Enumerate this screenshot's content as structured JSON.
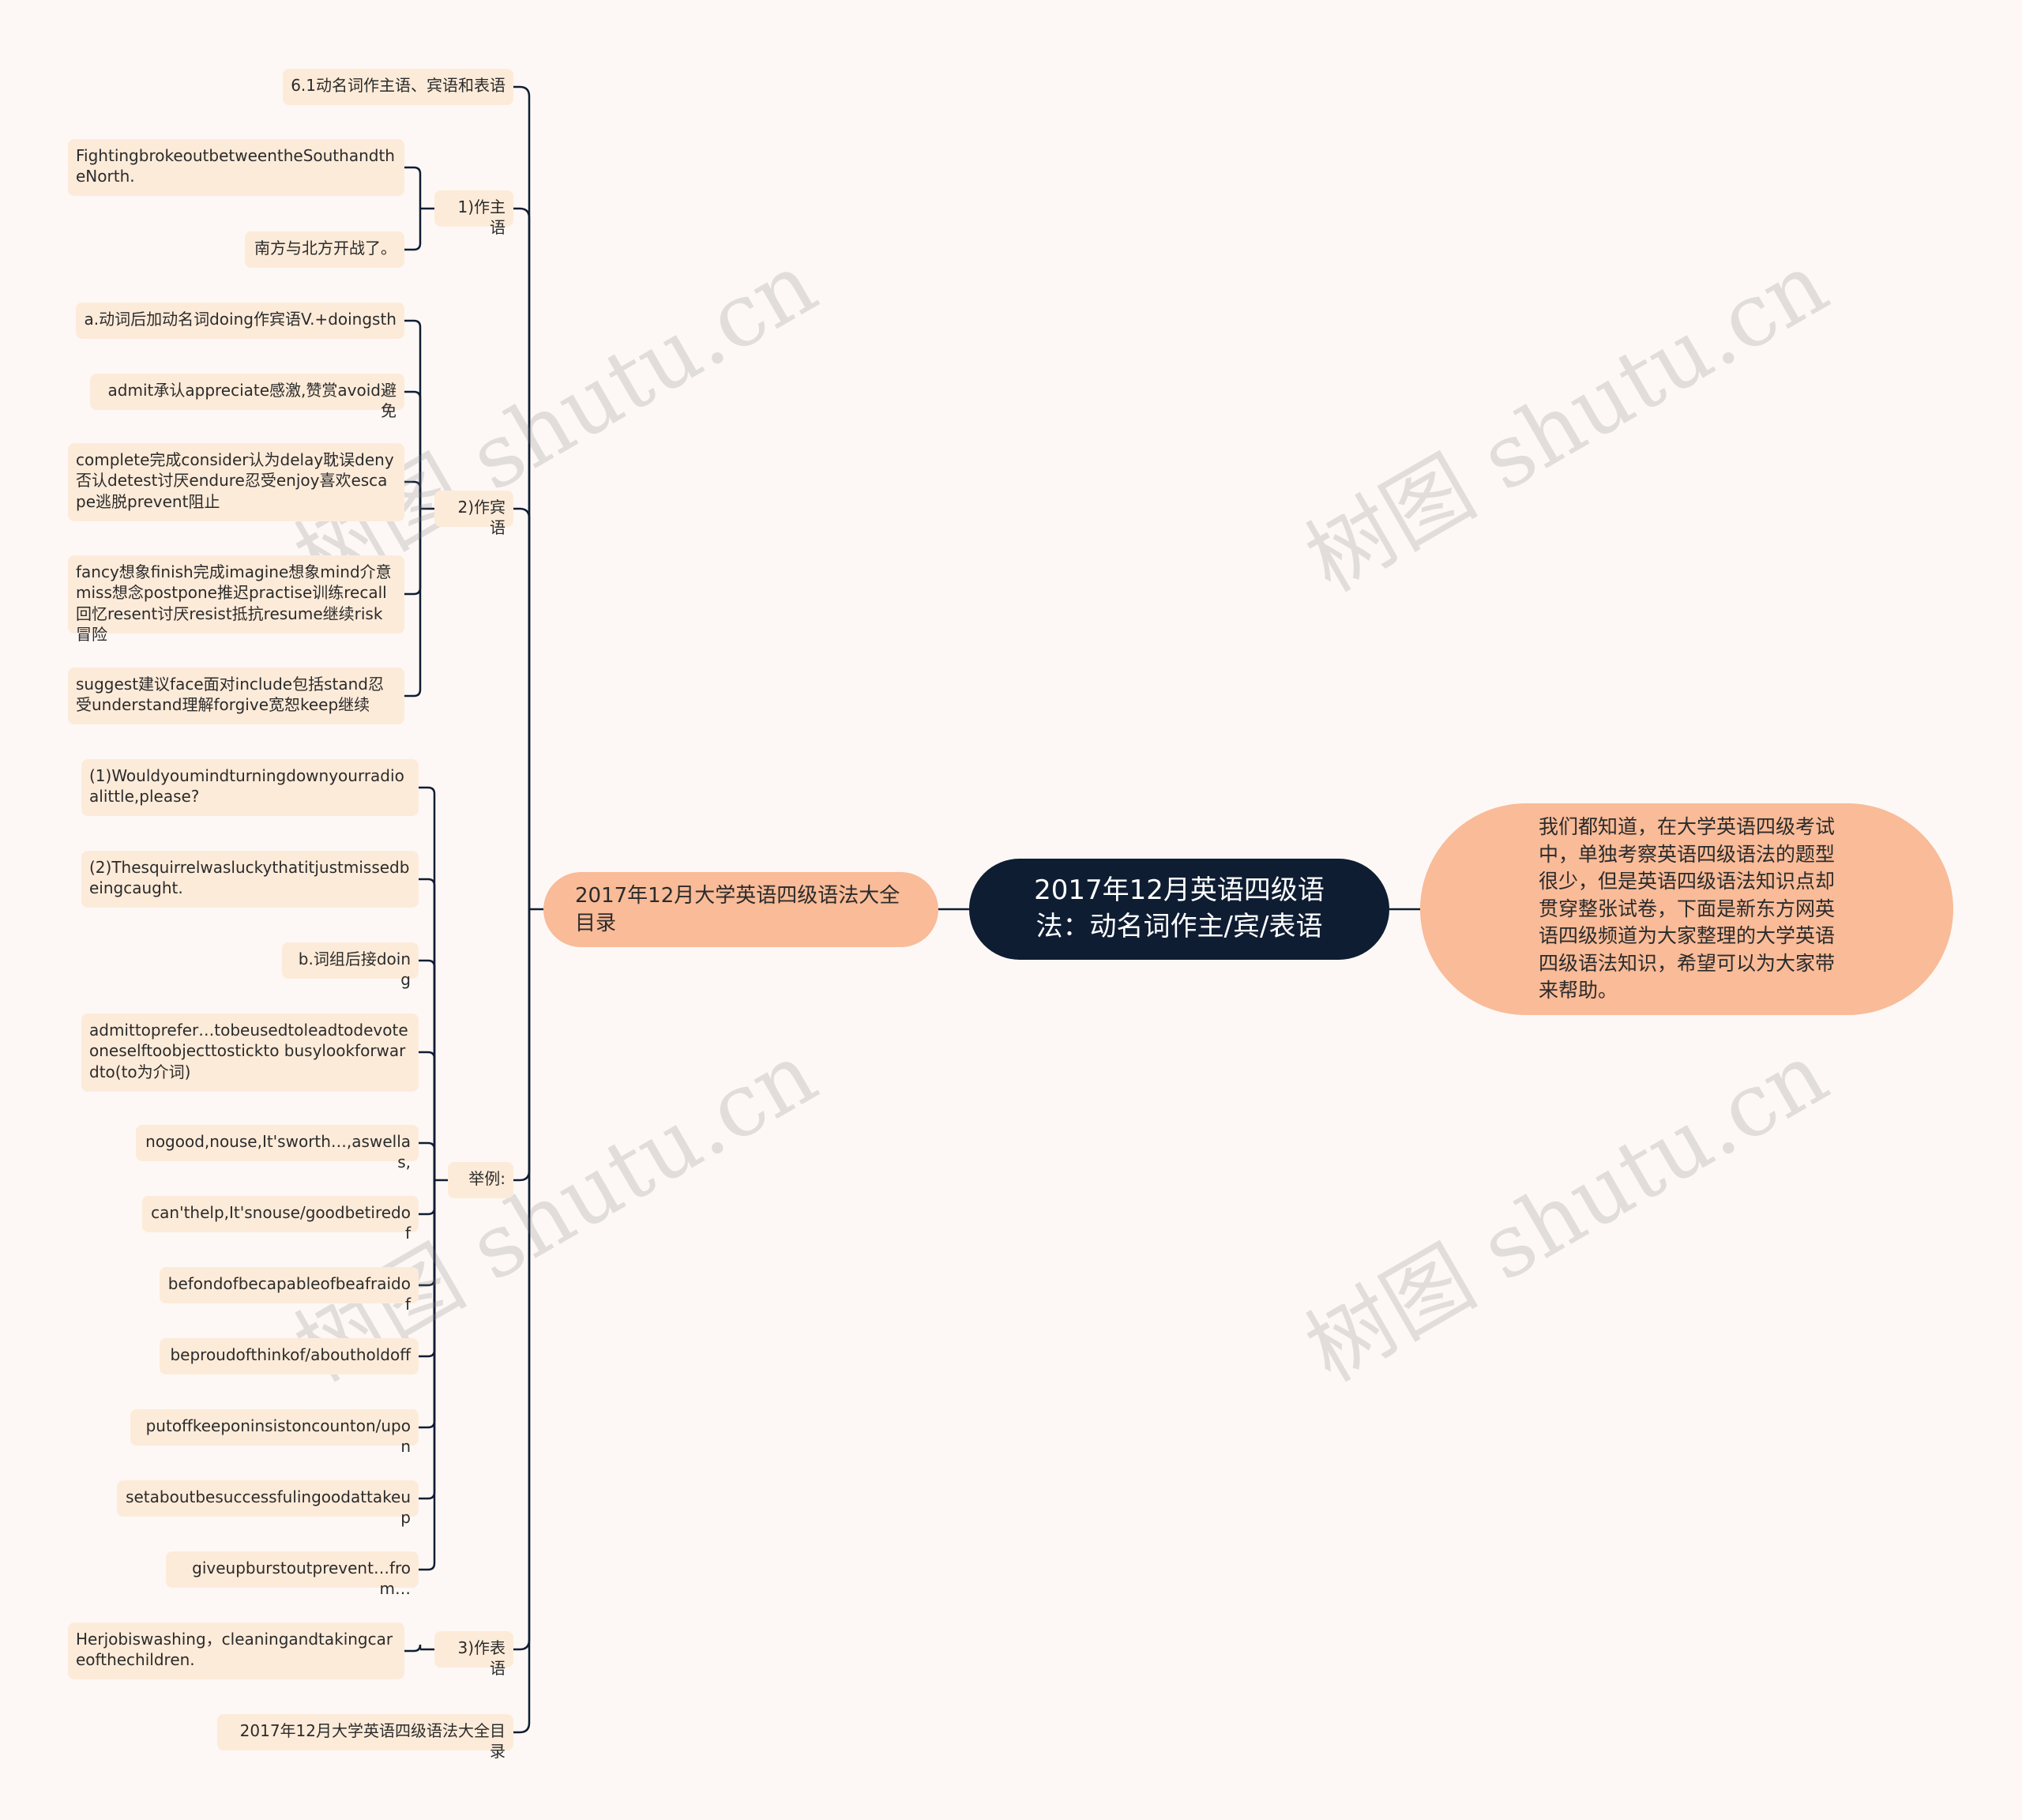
{
  "root": {
    "title": "2017年12月英语四级语法：动名词作主/宾/表语"
  },
  "intro": {
    "text": "我们都知道，在大学英语四级考试中，单独考察英语四级语法的题型很少，但是英语四级语法知识点却贯穿整张试卷，下面是新东方网英语四级频道为大家整理的大学英语四级语法知识，希望可以为大家带来帮助。"
  },
  "main_branch": {
    "label": "2017年12月大学英语四级语法大全目录"
  },
  "section_title": "6.1动名词作主语、宾语和表语",
  "subject": {
    "label": "1)作主语",
    "items": [
      "FightingbrokeoutbetweentheSouthandtheNorth.",
      "南方与北方开战了。"
    ]
  },
  "object": {
    "label": "2)作宾语",
    "items": [
      "a.动词后加动名词doing作宾语V.+doingsth",
      "admit承认appreciate感激,赞赏avoid避免",
      "complete完成consider认为delay耽误deny否认detest讨厌endure忍受enjoy喜欢escape逃脱prevent阻止",
      "fancy想象finish完成imagine想象mind介意miss想念postpone推迟practise训练recall回忆resent讨厌resist抵抗resume继续risk冒险",
      "suggest建议face面对include包括stand忍受understand理解forgive宽恕keep继续"
    ]
  },
  "examples": {
    "label": "举例:",
    "items": [
      "(1)Wouldyoumindturningdownyourradioalittle,please?",
      "(2)Thesquirrelwasluckythatitjustmissedbeingcaught.",
      "b.词组后接doing",
      "admittoprefer…tobeusedtoleadtodevoteoneselftoobjecttostickto busylookforwardto(to为介词)",
      "nogood,nouse,It'sworth…,aswellas,",
      "can'thelp,It'snouse/goodbetiredof",
      "befondofbecapableofbeafraidof",
      "beproudofthinkof/aboutholdoff",
      "putoffkeeponinsistoncounton/upon",
      "setaboutbesuccessfulingoodattakeup",
      "giveupburstoutprevent…from…"
    ]
  },
  "predicative": {
    "label": "3)作表语",
    "items": [
      "Herjobiswashing，cleaningandtakingcareofthechildren."
    ]
  },
  "footer_item": "2017年12月大学英语四级语法大全目录",
  "watermark": "树图 shutu.cn",
  "colors": {
    "background": "#fdf8f5",
    "root_fill": "#0f1d33",
    "sub_fill": "#f9bb98",
    "leaf_fill": "#fdebd9",
    "line": "#0f1d33"
  }
}
